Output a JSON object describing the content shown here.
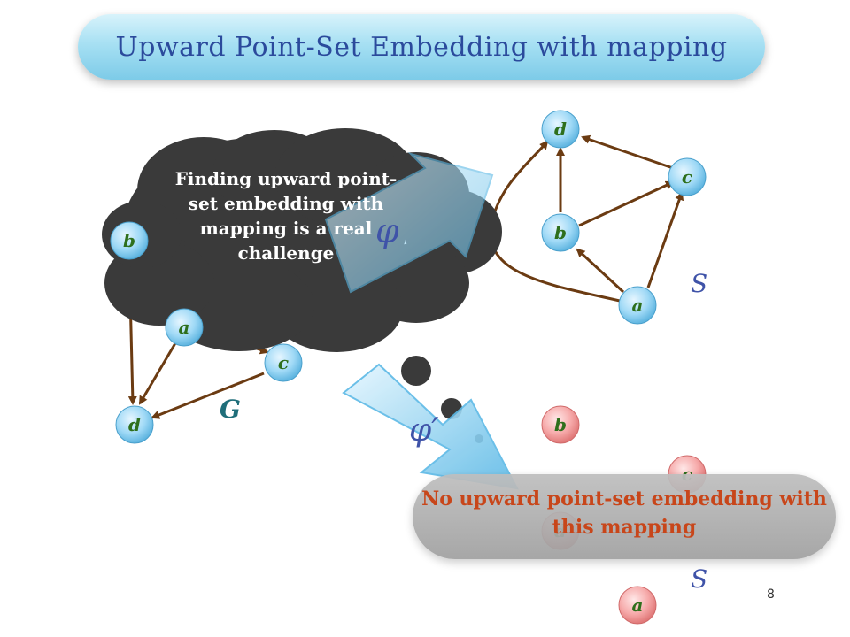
{
  "title": "Upward Point-Set Embedding with mapping",
  "cloud_text": "Finding upward point-set embedding with mapping is a real challenge",
  "bubble_text": "No upward point-set embedding with this mapping",
  "page_number": "8",
  "graph_G": {
    "label": "G",
    "nodes": [
      "b",
      "a",
      "c",
      "d"
    ]
  },
  "embedding_top": {
    "label": "S",
    "mapping_symbol": "φ",
    "nodes": [
      "d",
      "c",
      "b",
      "a"
    ]
  },
  "embedding_bottom": {
    "label": "S",
    "mapping_symbol": "φ′",
    "nodes": [
      "b",
      "c",
      "d",
      "a"
    ]
  },
  "colors": {
    "edge": "#6b3b12",
    "node_blue": "#8ed0f3",
    "node_pink": "#f3a3a3",
    "node_text": "#2e6f1c",
    "title_text": "#2b4a9c",
    "bubble_text": "#c8461a",
    "cloud": "#3a3a3a"
  }
}
